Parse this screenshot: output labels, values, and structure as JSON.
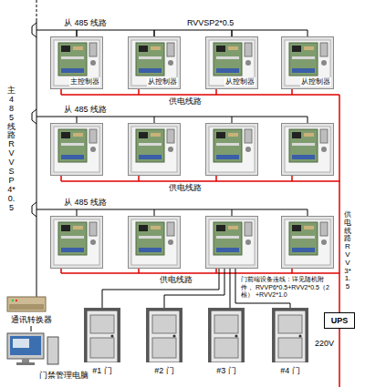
{
  "diagram": {
    "nodes": [
      {
        "text": [
          "主控制器"
        ]
      },
      {
        "text": [
          "从控制器"
        ]
      },
      {
        "text": [
          "从控制器"
        ]
      },
      {
        "text": [
          "从控制器"
        ]
      },
      {
        "text": [
          "通讯转换器"
        ]
      },
      {
        "text": [
          "UPS"
        ]
      },
      {
        "text": [
          "#1 门"
        ]
      },
      {
        "text": [
          "#2 门"
        ]
      },
      {
        "text": [
          "#3 门"
        ]
      },
      {
        "text": [
          "#4 门"
        ]
      },
      {
        "text": [
          "门禁管理电脑"
        ]
      }
    ],
    "edges": [
      {
        "from": 0,
        "to": 1,
        "arrow": "none"
      },
      {
        "from": 1,
        "to": 2,
        "arrow": "none"
      },
      {
        "from": 2,
        "to": 3,
        "arrow": "none"
      },
      {
        "from": 4,
        "to": 10,
        "arrow": "none"
      }
    ],
    "labels": [
      "从 485 线路",
      "RVVSP2*0.5",
      "供电线路",
      "从 485 线路",
      "供电线路",
      "从 485 线路",
      "供电线路",
      "主485线路RVVSP4*0.5",
      "供电线路RVV3*1.5",
      "门前端设备连线：详见随机附件， RVVP6*0.5+RVV2*0.5（2根） +RVV2*1.0",
      "220V"
    ]
  }
}
